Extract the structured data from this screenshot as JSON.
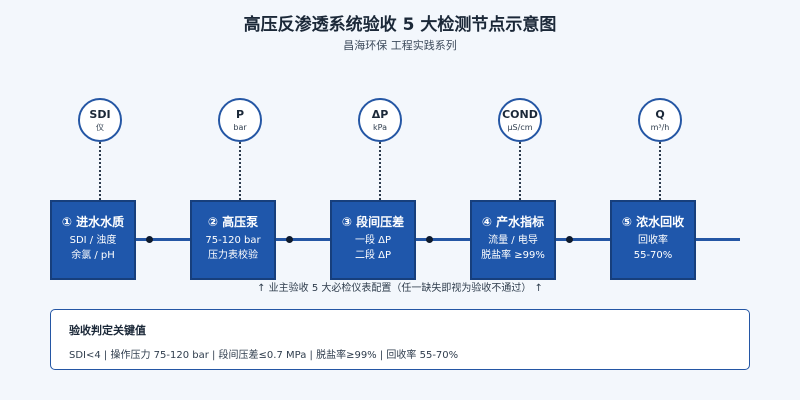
{
  "header": {
    "title": "高压反渗透系统验收 5 大检测节点示意图",
    "subtitle": "昌海环保 工程实践系列"
  },
  "nodes": [
    {
      "title": "① 进水水质",
      "lines": [
        "SDI / 浊度",
        "余氯 / pH"
      ]
    },
    {
      "title": "② 高压泵",
      "lines": [
        "75-120 bar",
        "压力表校验"
      ]
    },
    {
      "title": "③ 段间压差",
      "lines": [
        "一段 ΔP",
        "二段 ΔP"
      ]
    },
    {
      "title": "④ 产水指标",
      "lines": [
        "流量 / 电导",
        "脱盐率 ≥99%"
      ]
    },
    {
      "title": "⑤ 浓水回收",
      "lines": [
        "回收率",
        "55-70%"
      ]
    }
  ],
  "sensors": [
    {
      "symbol": "SDI",
      "unit": "仪"
    },
    {
      "symbol": "P",
      "unit": "bar"
    },
    {
      "symbol": "ΔP",
      "unit": "kPa"
    },
    {
      "symbol": "COND",
      "unit": "μS/cm"
    },
    {
      "symbol": "Q",
      "unit": "m³/h"
    }
  ],
  "note": "↑ 业主验收 5 大必检仪表配置（任一缺失即视为验收不通过） ↑",
  "key_values": {
    "heading": "验收判定关键值",
    "body": "SDI<4 | 操作压力 75-120 bar | 段间压差≤0.7 MPa | 脱盐率≥99% | 回收率 55-70%"
  },
  "colors": {
    "node_fill": "#1f57ab",
    "pipe": "#2456a4",
    "background": "#f3f7fc"
  }
}
